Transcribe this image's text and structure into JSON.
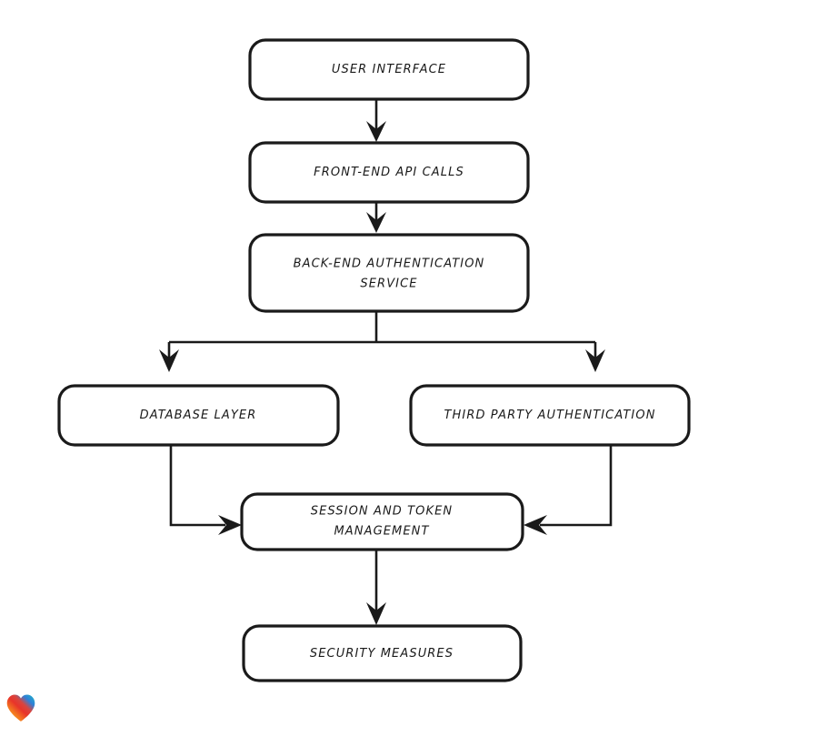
{
  "diagram": {
    "title": "Authentication Architecture Flowchart",
    "background_color": "#ffffff",
    "stroke_color": "#1a1a1a",
    "node_fill": "#ffffff",
    "style": "hand-drawn",
    "nodes": [
      {
        "id": "user-interface",
        "label": "USER INTERFACE",
        "lines": [
          "USER INTERFACE"
        ]
      },
      {
        "id": "front-end-api-calls",
        "label": "FRONT-END API CALLS",
        "lines": [
          "FRONT-END API CALLS"
        ]
      },
      {
        "id": "back-end-auth-service",
        "label": "BACK-END AUTHENTICATION SERVICE",
        "lines": [
          "BACK-END AUTHENTICATION",
          "SERVICE"
        ]
      },
      {
        "id": "database-layer",
        "label": "DATABASE LAYER",
        "lines": [
          "DATABASE LAYER"
        ]
      },
      {
        "id": "third-party-auth",
        "label": "THIRD PARTY AUTHENTICATION",
        "lines": [
          "THIRD PARTY AUTHENTICATION"
        ]
      },
      {
        "id": "session-token-mgmt",
        "label": "SESSION AND TOKEN MANAGEMENT",
        "lines": [
          "SESSION AND TOKEN",
          "MANAGEMENT"
        ]
      },
      {
        "id": "security-measures",
        "label": "SECURITY MEASURES",
        "lines": [
          "SECURITY MEASURES"
        ]
      }
    ],
    "edges": [
      {
        "id": "e1",
        "from": "user-interface",
        "to": "front-end-api-calls",
        "label": ""
      },
      {
        "id": "e2",
        "from": "front-end-api-calls",
        "to": "back-end-auth-service",
        "label": ""
      },
      {
        "id": "e3",
        "from": "back-end-auth-service",
        "to": "database-layer",
        "label": ""
      },
      {
        "id": "e4",
        "from": "back-end-auth-service",
        "to": "third-party-auth",
        "label": ""
      },
      {
        "id": "e5",
        "from": "database-layer",
        "to": "session-token-mgmt",
        "label": ""
      },
      {
        "id": "e6",
        "from": "third-party-auth",
        "to": "session-token-mgmt",
        "label": ""
      },
      {
        "id": "e7",
        "from": "session-token-mgmt",
        "to": "security-measures",
        "label": ""
      }
    ]
  },
  "watermark": {
    "icon": "heart-icon",
    "colors": [
      "#e8342a",
      "#f79020",
      "#f5a623",
      "#2f7fd8",
      "#1fb9c4"
    ]
  }
}
